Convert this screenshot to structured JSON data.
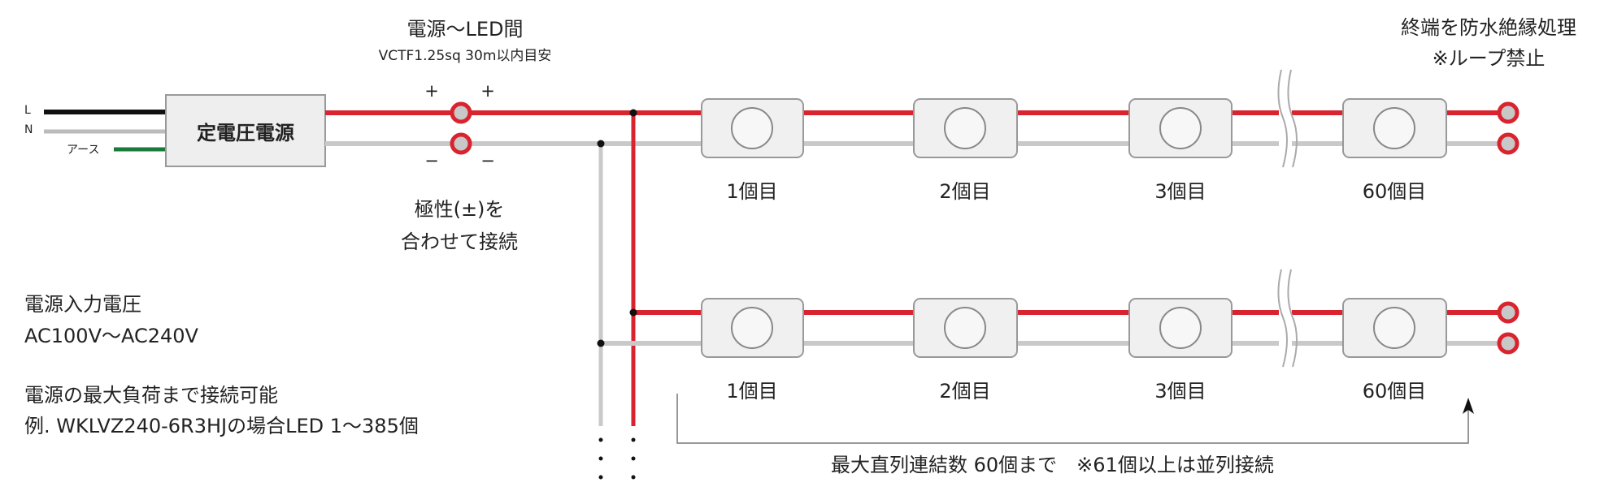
{
  "power_supply": {
    "label": "定電圧電源"
  },
  "input_labels": {
    "L": "L",
    "N": "N",
    "earth": "アース"
  },
  "cable_note": {
    "title": "電源～LED間",
    "sub": "VCTF1.25sq 30m以内目安"
  },
  "polarity": {
    "plus": "+",
    "minus": "−",
    "line1": "極性(±)を",
    "line2": "合わせて接続"
  },
  "terminal_note": {
    "line1": "終端を防水絶縁処理",
    "line2": "※ループ禁止"
  },
  "modules": {
    "row1": [
      "1個目",
      "2個目",
      "3個目",
      "60個目"
    ],
    "row2": [
      "1個目",
      "2個目",
      "3個目",
      "60個目"
    ]
  },
  "input_voltage": {
    "line1": "電源入力電圧",
    "line2": "AC100V～AC240V"
  },
  "max_load": {
    "line1": "電源の最大負荷まで接続可能",
    "line2": "例. WKLVZ240-6R3HJの場合LED 1～385個"
  },
  "series_note": "最大直列連結数 60個まで　※61個以上は並列接続",
  "colors": {
    "positive_wire": "#d9232e",
    "negative_wire": "#c9c9c9",
    "line_wire": "#111111",
    "earth_wire": "#1a7a3a",
    "box_fill": "#eeeeee",
    "box_stroke": "#999999"
  }
}
